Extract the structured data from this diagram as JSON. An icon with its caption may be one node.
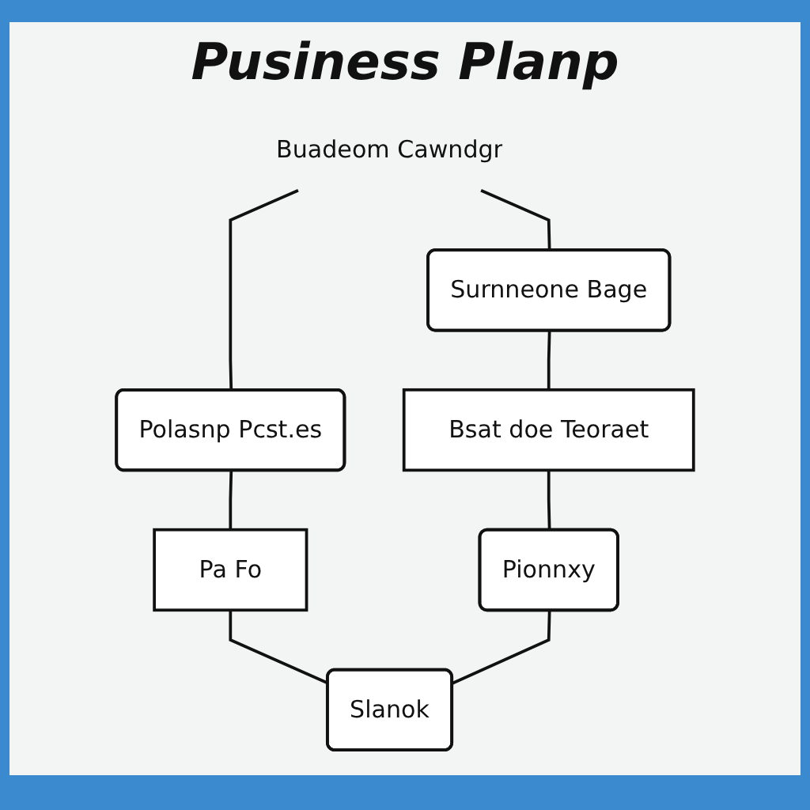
{
  "diagram": {
    "title": "Pusiness Planp",
    "nodes": [
      {
        "text": [
          "Surnneone Bage"
        ]
      },
      {
        "text": [
          "Buadeom Cawndgr"
        ]
      },
      {
        "text": [
          "Polasnp Pcst.es"
        ]
      },
      {
        "text": [
          "Bsat doe Teoraet"
        ]
      },
      {
        "text": [
          "Pa Fo"
        ]
      },
      {
        "text": [
          "Pionnxy"
        ]
      },
      {
        "text": [
          "Slanok"
        ]
      }
    ],
    "edges": [
      {
        "from": 1,
        "to": 0,
        "arrow": "none"
      },
      {
        "from": 1,
        "to": 2,
        "arrow": "none"
      },
      {
        "from": 0,
        "to": 3,
        "arrow": "none"
      },
      {
        "from": 2,
        "to": 4,
        "arrow": "none"
      },
      {
        "from": 3,
        "to": 5,
        "arrow": "none"
      },
      {
        "from": 4,
        "to": 6,
        "arrow": "none"
      },
      {
        "from": 5,
        "to": 6,
        "arrow": "none"
      }
    ]
  }
}
